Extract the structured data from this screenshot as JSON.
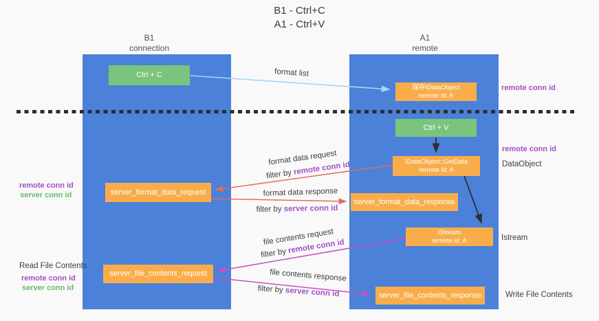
{
  "title": {
    "line1": "B1 - Ctrl+C",
    "line2": "A1 - Ctrl+V"
  },
  "columns": {
    "left": {
      "name": "B1",
      "role": "connection"
    },
    "right": {
      "name": "A1",
      "role": "remote"
    }
  },
  "boxes": {
    "ctrl_c": {
      "label": "Ctrl + C"
    },
    "ctrl_v": {
      "label": "Ctrl + V"
    },
    "save_dataobject": {
      "line1": "保存IDataObject",
      "line2": "remote id: A"
    },
    "getdata": {
      "line1": "IDataObject::GetData",
      "line2": "remote id: A"
    },
    "istream": {
      "line1": "IStream",
      "line2": "remote id: A"
    },
    "format_request": {
      "label": "server_format_data_request"
    },
    "format_response": {
      "label": "server_format_data_response"
    },
    "file_request": {
      "label": "server_file_contents_request"
    },
    "file_response": {
      "label": "server_file_contents_response"
    }
  },
  "arrow_labels": {
    "format_list": "format list",
    "format_data_request": "format data request",
    "format_data_response": "format data response",
    "file_contents_request": "file contents request",
    "file_contents_response": "file contents response",
    "filter_by": "filter by ",
    "remote_conn_id": "remote conn id",
    "server_conn_id": "server conn id"
  },
  "side_labels": {
    "remote_conn_id": "remote conn id",
    "server_conn_id": "server conn id",
    "dataobject": "DataObject",
    "istream": "Istream",
    "read_file_contents": "Read File Contents",
    "write_file_contents": "Write File Contents"
  },
  "colors": {
    "background": "#f9f9f9",
    "column_blue": "#4b81d8",
    "box_orange": "#f9ad4a",
    "box_green": "#7bc47d",
    "arrow_red": "#e96a5e",
    "arrow_magenta": "#ca4ec4",
    "arrow_light_blue": "#a9d5f5",
    "arrow_black": "#2e2e2e",
    "text_purple": "#a44ec6",
    "text_green": "#64bb66",
    "text_dark": "#3e3e3e"
  }
}
